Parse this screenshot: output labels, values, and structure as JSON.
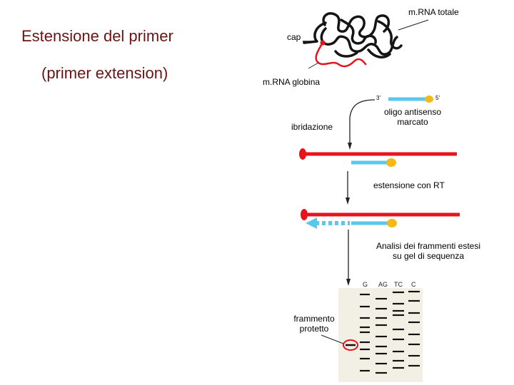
{
  "slide": {
    "title_line1": "Estensione del primer",
    "title_line2": "(primer extension)"
  },
  "labels": {
    "total_mrna": "m.RNA totale",
    "cap": "cap",
    "globin_mrna": "m.RNA globina",
    "three_prime": "3'",
    "five_prime": "5'",
    "oligo": "oligo antisenso\nmarcato",
    "hybridization": "ibridazione",
    "rt_extension": "estensione con RT",
    "analysis": "Analisi dei frammenti estesi\nsu gel di sequenza",
    "protected_fragment": "frammento\nprotetto"
  },
  "gel": {
    "lanes": [
      "G",
      "AG",
      "TC",
      "C"
    ]
  },
  "colors": {
    "title": "#6b1414",
    "mrna_red": "#e8141c",
    "oligo_blue": "#59c8ea",
    "label_yellow": "#f2b918",
    "gel_bg": "#f2f0e4"
  }
}
